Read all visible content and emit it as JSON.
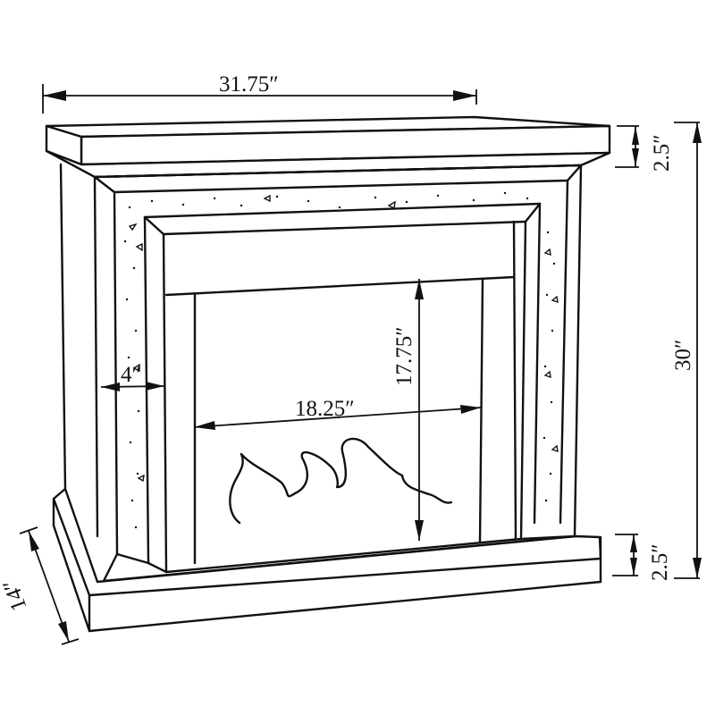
{
  "diagram": {
    "subject": "Fireplace mantel line drawing with dimensions",
    "line_color": "#111111",
    "background": "#ffffff",
    "dimensions": {
      "overall_width": "31.75″",
      "overall_height": "30″",
      "top_mantel_height": "2.5″",
      "base_height": "2.5″",
      "depth": "14″",
      "frame_border_width": "4″",
      "opening_width": "18.25″",
      "opening_height": "17.75″"
    }
  }
}
